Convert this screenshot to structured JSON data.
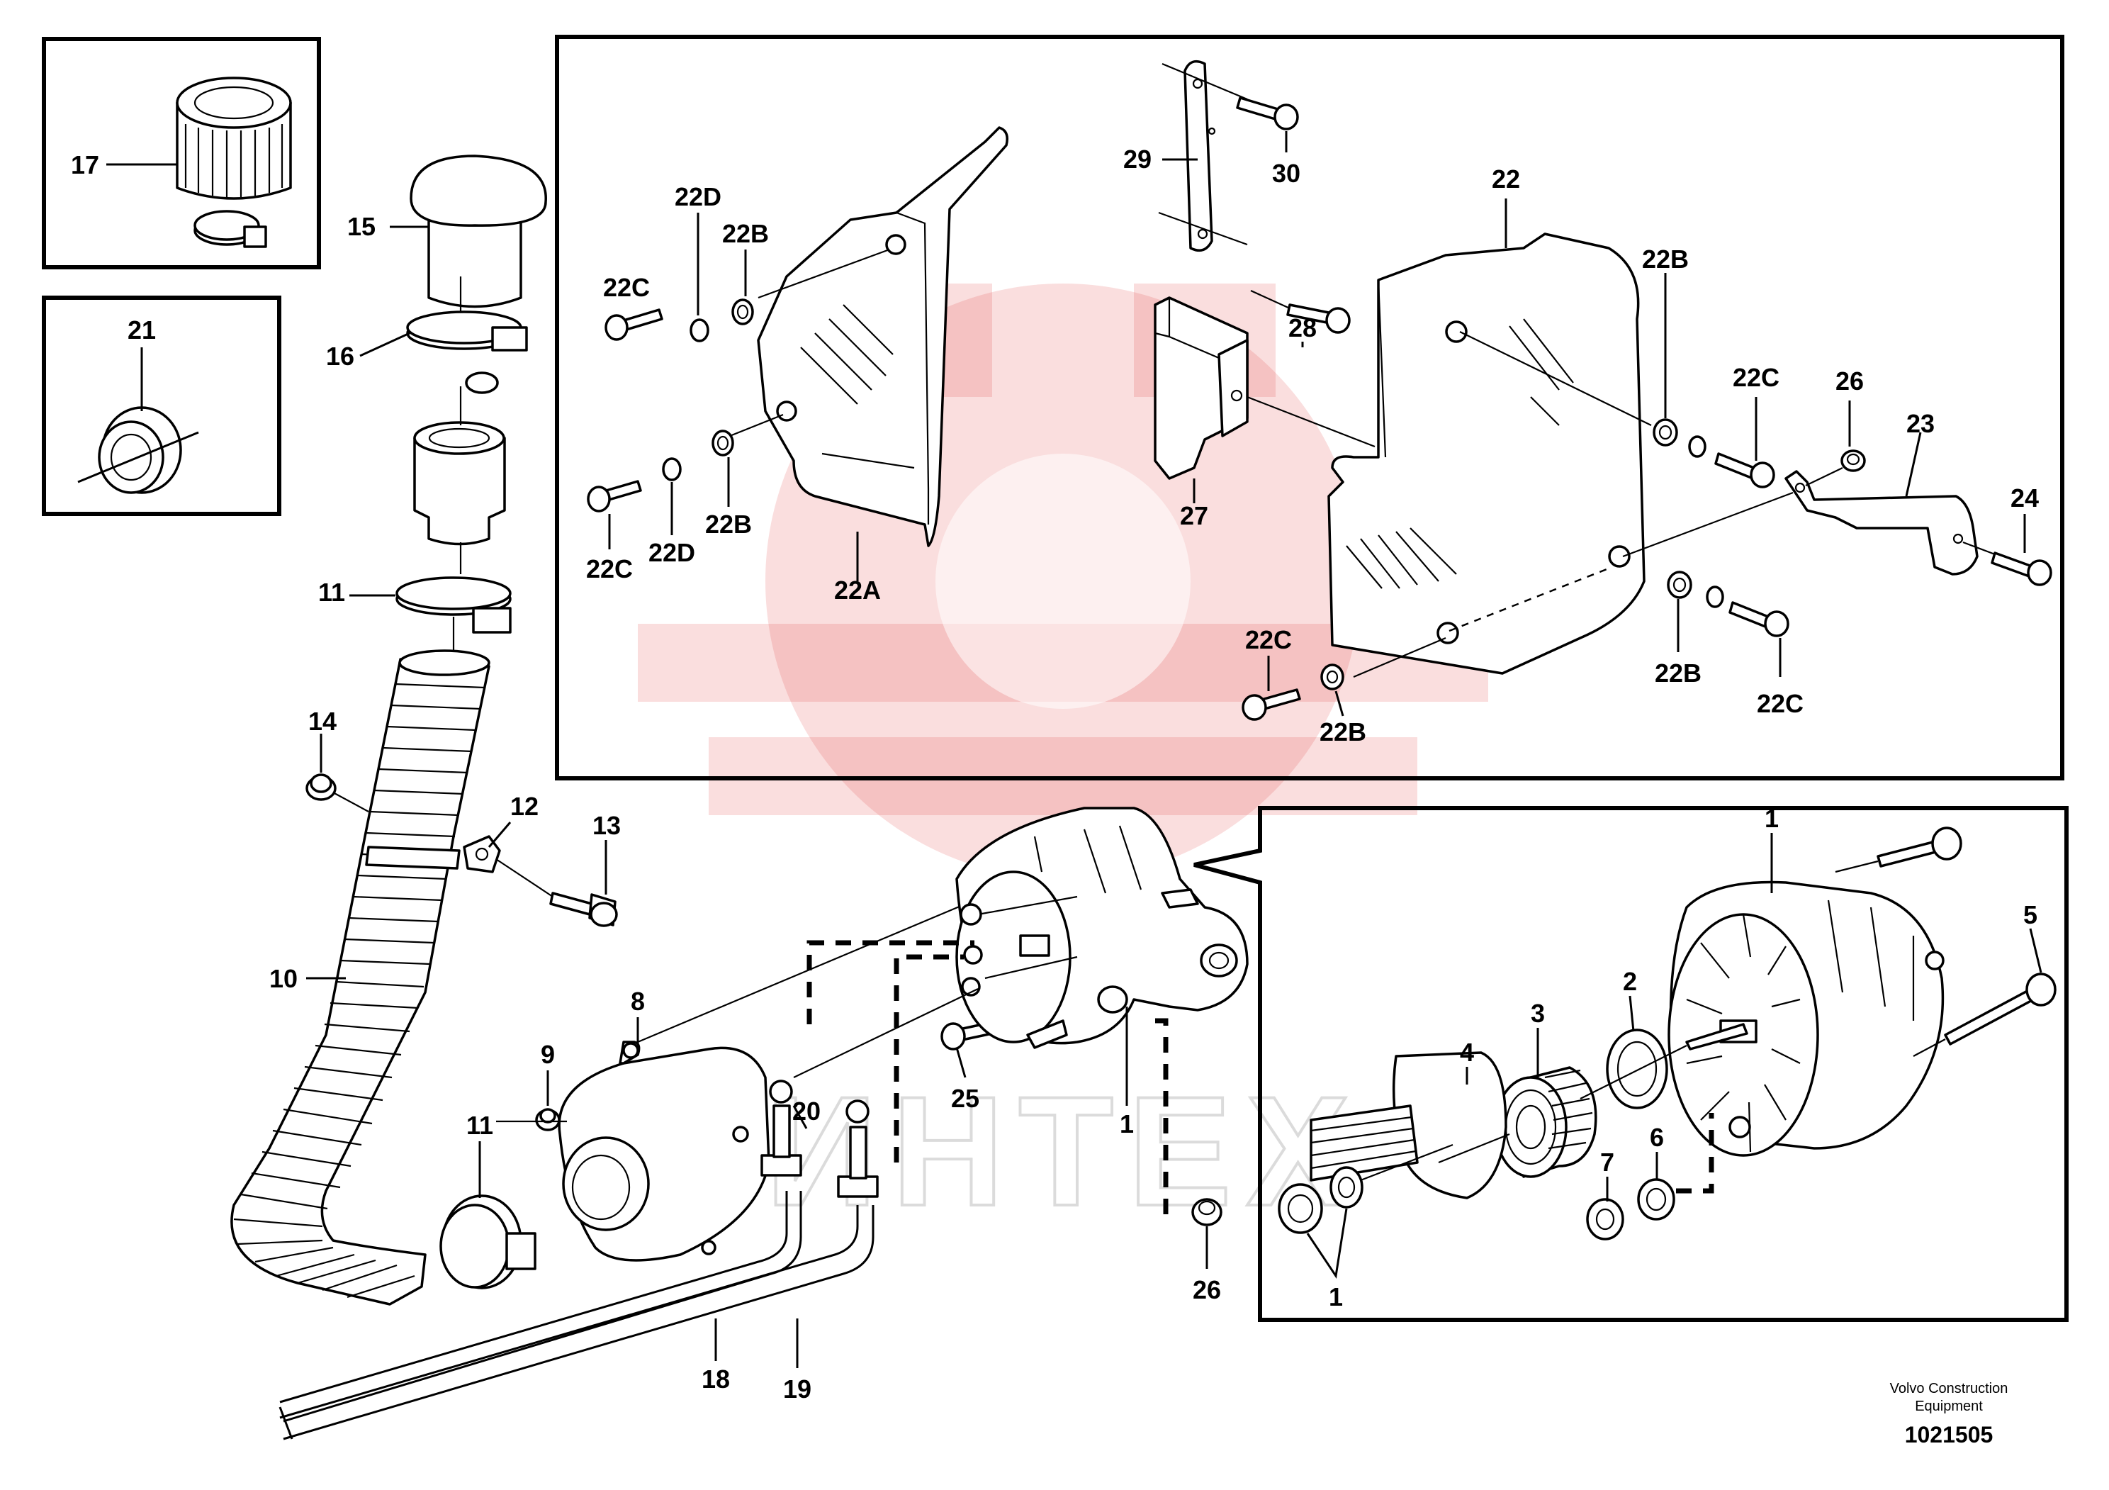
{
  "diagram": {
    "labels": {
      "p1a": "1",
      "p1b": "1",
      "p1c": "1",
      "p2": "2",
      "p3": "3",
      "p4": "4",
      "p5": "5",
      "p6": "6",
      "p7": "7",
      "p8": "8",
      "p9": "9",
      "p10": "10",
      "p11a": "11",
      "p11b": "11",
      "p12": "12",
      "p13": "13",
      "p14": "14",
      "p15": "15",
      "p16": "16",
      "p17": "17",
      "p18": "18",
      "p19": "19",
      "p20": "20",
      "p21": "21",
      "p22": "22",
      "p22a": "22A",
      "p22b1": "22B",
      "p22b2": "22B",
      "p22b3": "22B",
      "p22b4": "22B",
      "p22b5": "22B",
      "p22c1": "22C",
      "p22c2": "22C",
      "p22c3": "22C",
      "p22c4": "22C",
      "p22c5": "22C",
      "p22d1": "22D",
      "p22d2": "22D",
      "p23": "23",
      "p24": "24",
      "p25": "25",
      "p26a": "26",
      "p26b": "26",
      "p27": "27",
      "p28": "28",
      "p29": "29",
      "p30": "30"
    },
    "footer": {
      "company_line1": "Volvo Construction",
      "company_line2": "Equipment",
      "drawing_number": "1021505"
    },
    "watermark_text": "ИНТЕХ"
  }
}
